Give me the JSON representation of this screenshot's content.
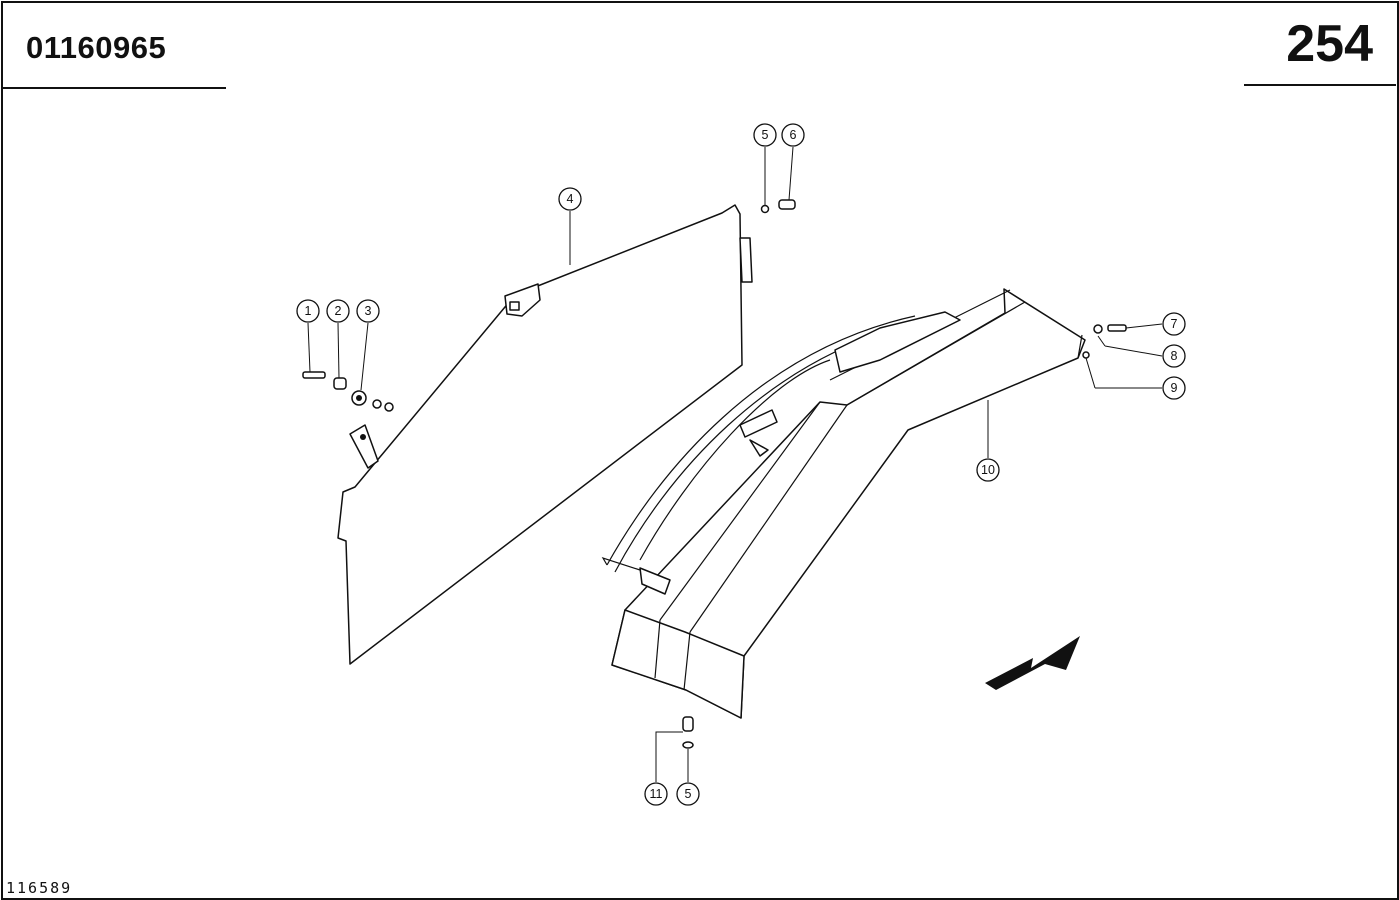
{
  "header": {
    "part_number": "01160965",
    "page_number": "254"
  },
  "footer": {
    "drawing_number": "116589"
  },
  "callouts": [
    "1",
    "2",
    "3",
    "4",
    "5",
    "6",
    "7",
    "8",
    "9",
    "10",
    "11",
    "5"
  ]
}
